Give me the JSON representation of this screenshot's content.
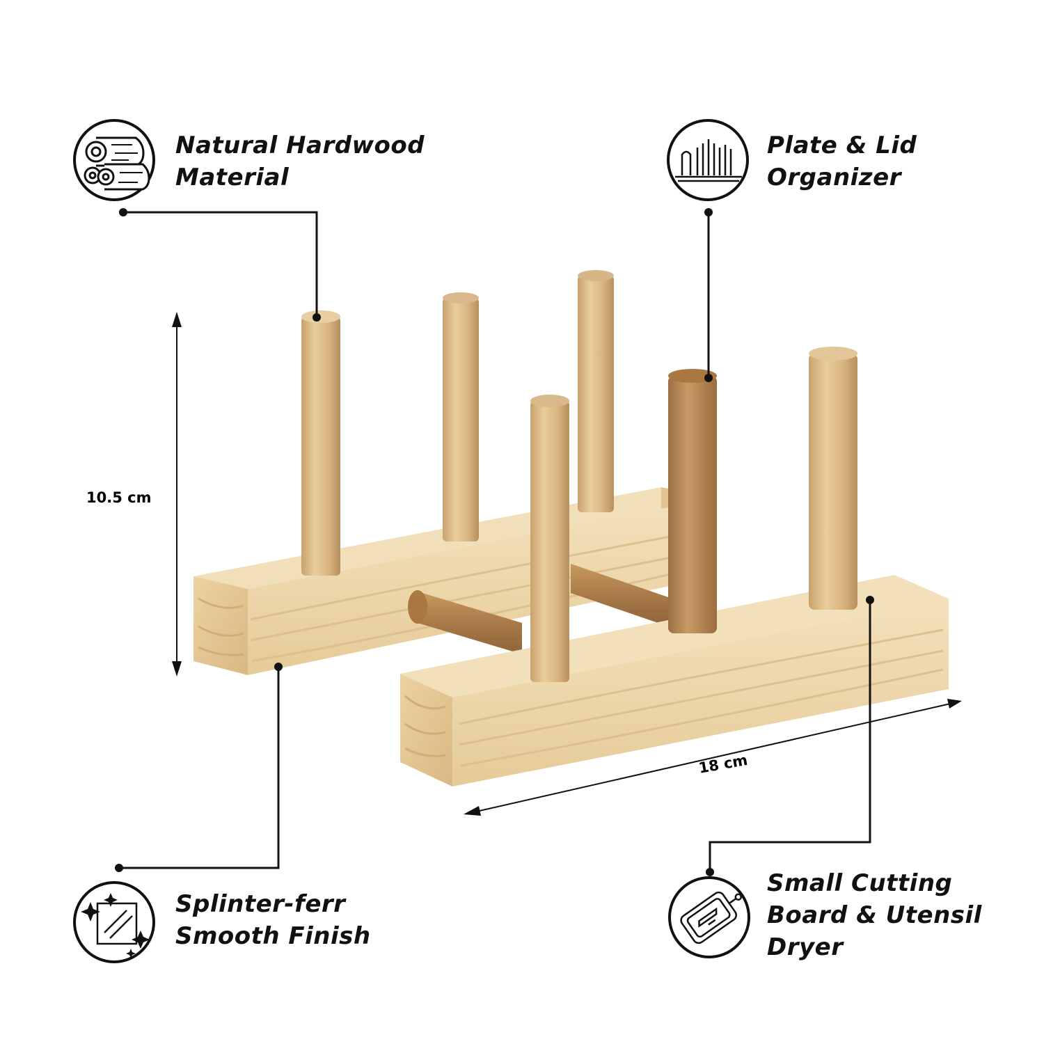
{
  "features": {
    "hardwood": {
      "line1": "Natural Hardwood",
      "line2": "Material",
      "icon": "wood-logs-icon"
    },
    "organizer": {
      "line1": "Plate & Lid",
      "line2": "Organizer",
      "icon": "plate-rack-icon"
    },
    "finish": {
      "line1": "Splinter-ferr",
      "line2": "Smooth Finish",
      "icon": "sparkle-glass-icon"
    },
    "dryer": {
      "line1": "Small Cutting",
      "line2": "Board & Utensil",
      "line3": "Dryer",
      "icon": "cutting-board-icon"
    }
  },
  "dimensions": {
    "height": "10.5 cm",
    "length": "18 cm"
  },
  "colors": {
    "wood_light": "#efd9ad",
    "wood_mid": "#e3c48d",
    "wood_dark": "#c9a670",
    "peg_dark": "#b9895a",
    "line": "#111111"
  }
}
